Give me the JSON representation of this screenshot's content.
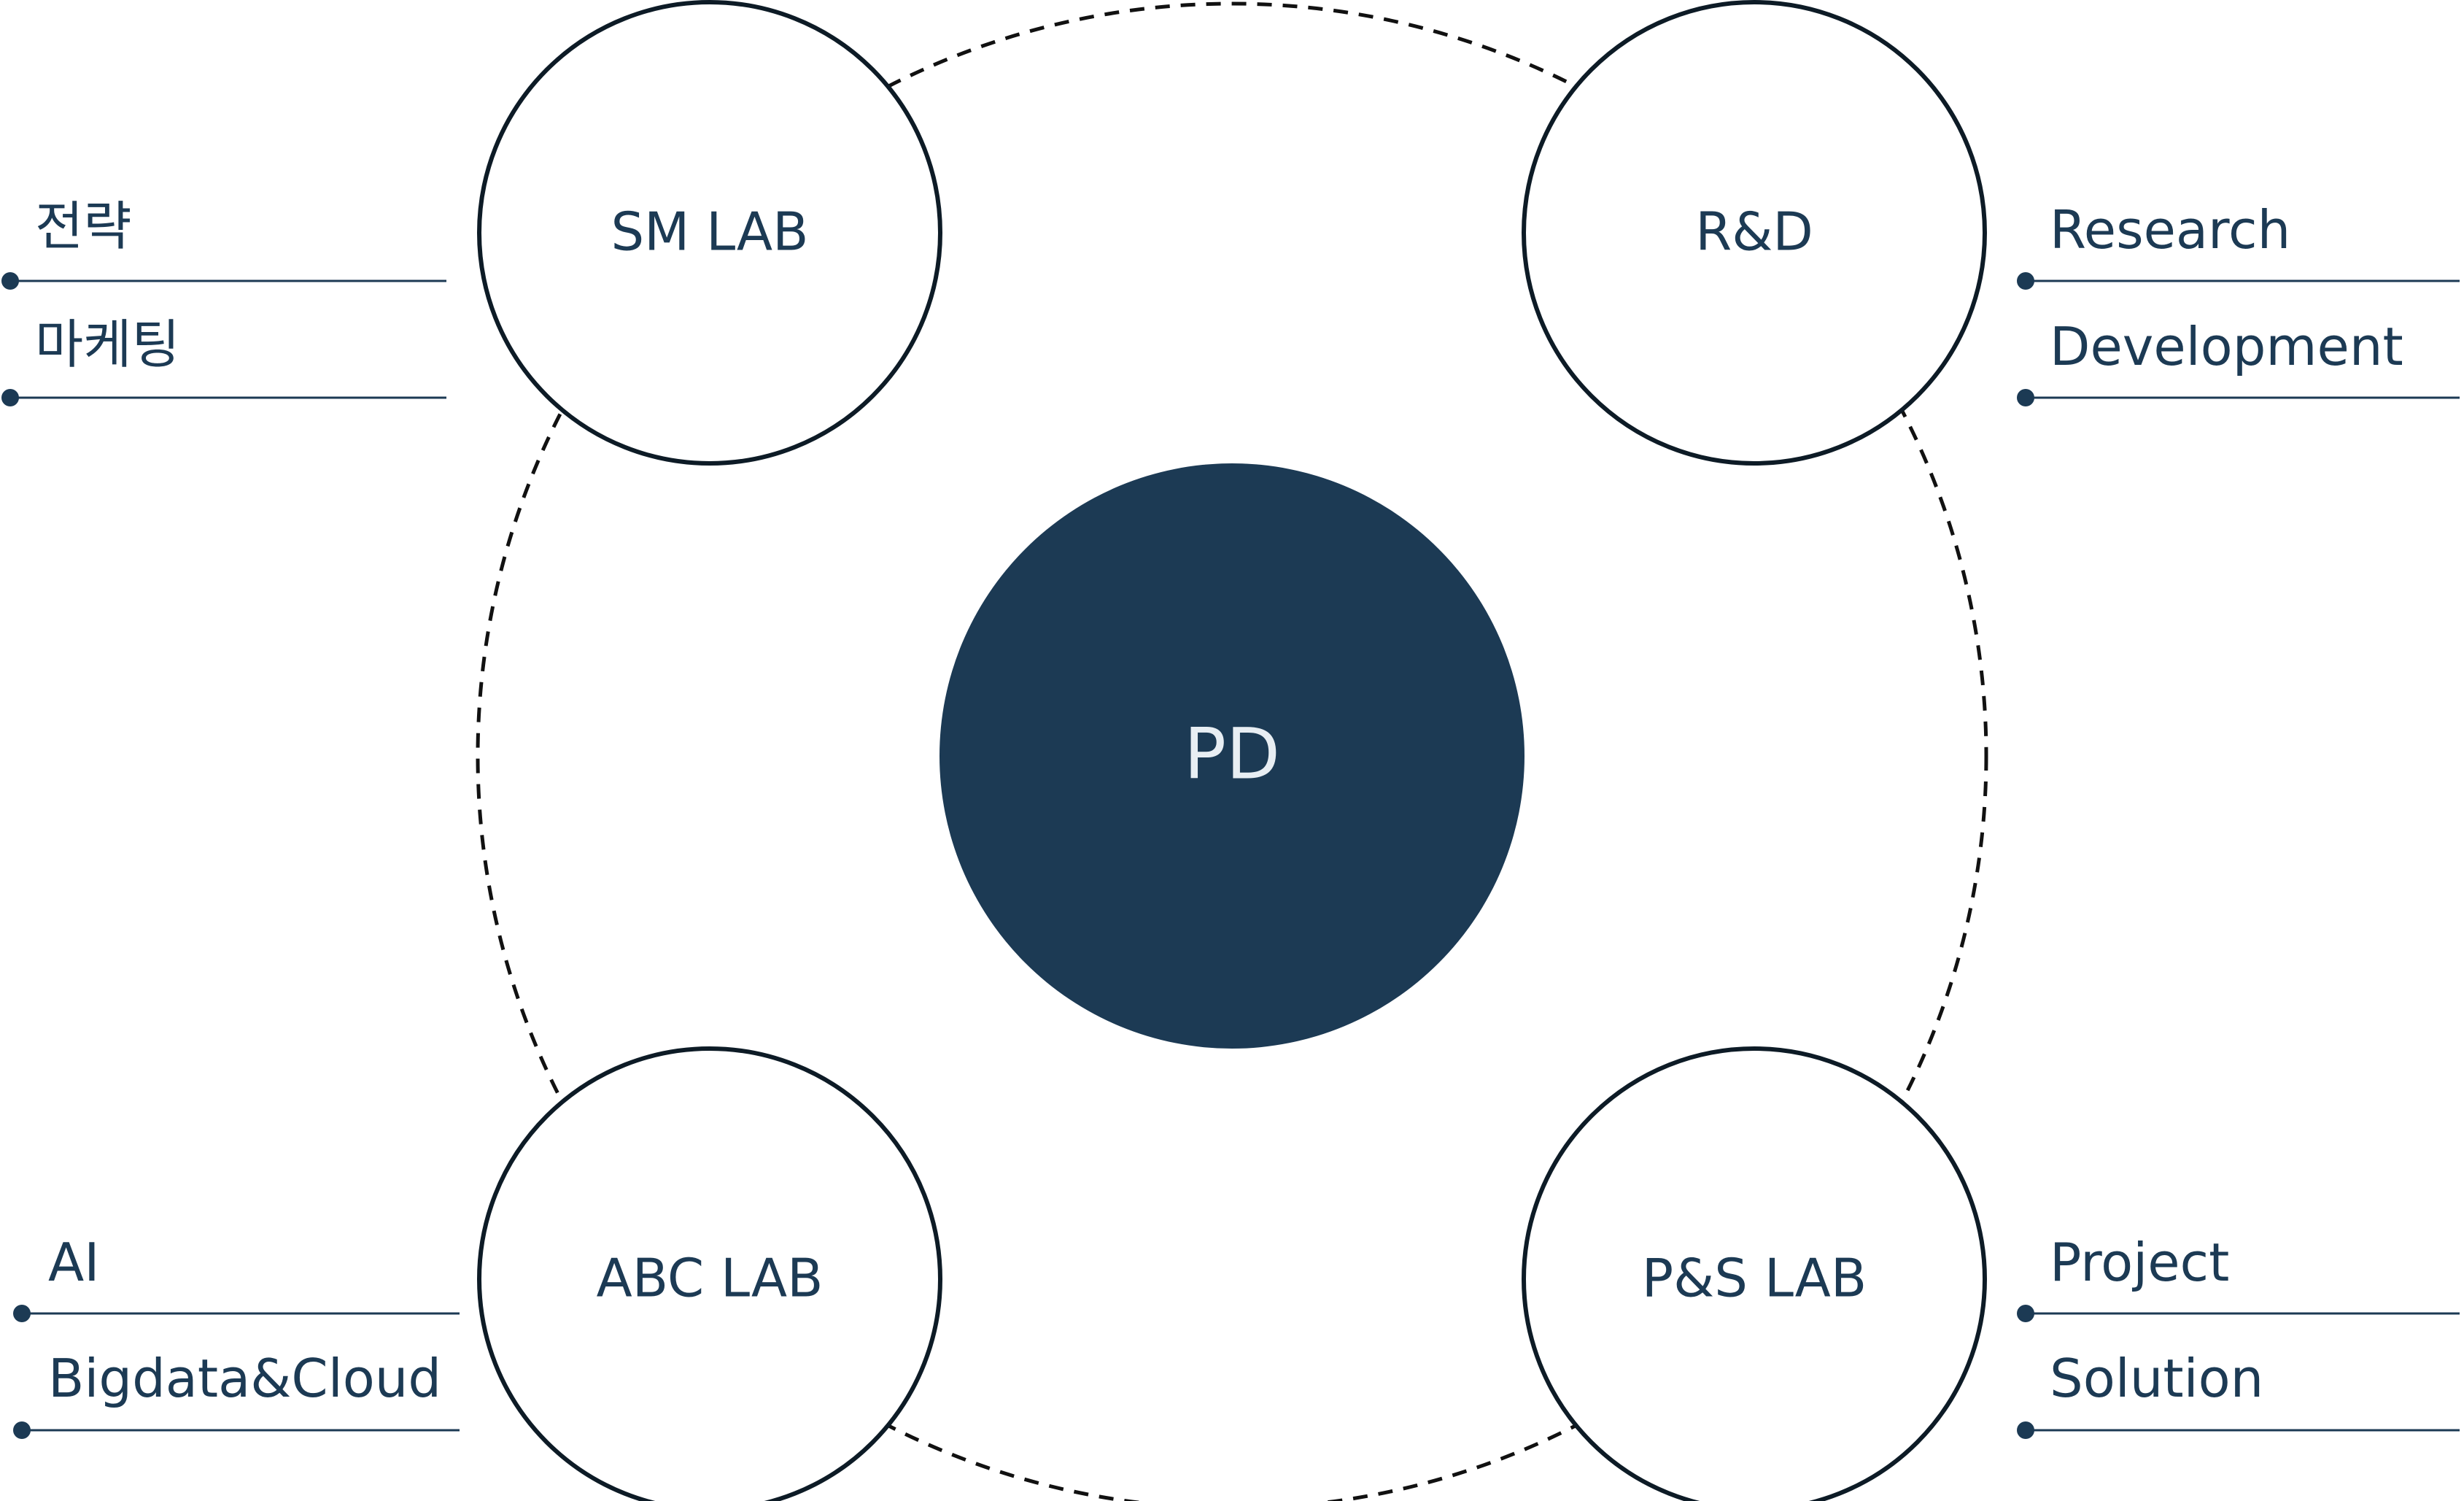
{
  "center": {
    "label": "PD"
  },
  "labs": {
    "sm": {
      "label": "SM LAB",
      "items": [
        "전략",
        "마케팅"
      ]
    },
    "rd": {
      "label": "R&D",
      "items": [
        "Research",
        "Development"
      ]
    },
    "abc": {
      "label": "ABC LAB",
      "items": [
        "AI",
        "Bigdata&Cloud"
      ]
    },
    "ps": {
      "label": "P&S LAB",
      "items": [
        "Project",
        "Solution"
      ]
    }
  },
  "colors": {
    "navy": "#1c3a54",
    "outline": "#0d1b26",
    "background": "#ffffff"
  }
}
